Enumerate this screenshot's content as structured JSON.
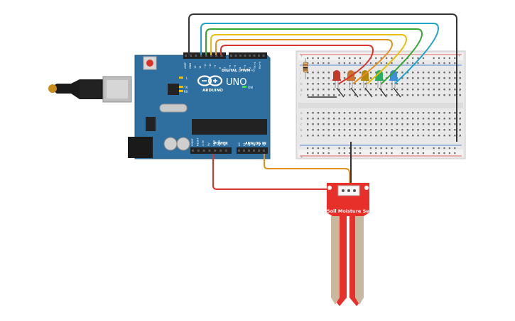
{
  "board": {
    "logo": "ARDUINO",
    "model": "UNO",
    "digital_label": "DIGITAL (PWM~)",
    "power_label": "POWER",
    "analog_label": "ANALOG IN",
    "on_label": "ON",
    "l_label": "L",
    "tx_label": "TX",
    "rx_label": "RX",
    "digital_pins": [
      "AREF",
      "GND",
      "13",
      "12",
      "~11",
      "~10",
      "~9",
      "8",
      "7",
      "~6",
      "~5",
      "4",
      "~3",
      "2",
      "TX→1",
      "RX←0"
    ],
    "power_pins": [
      "IOREF",
      "RESET",
      "3.3V",
      "5V",
      "GND",
      "GND",
      "Vin"
    ],
    "analog_pins": [
      "A0",
      "A1",
      "A2",
      "A3",
      "A4",
      "A5"
    ]
  },
  "sensor": {
    "label": "Soil Moisture Sensor"
  },
  "breadboard": {
    "row_letters_top": [
      "j",
      "i",
      "h",
      "g",
      "f"
    ],
    "row_letters_bottom": [
      "e",
      "d",
      "c",
      "b",
      "a"
    ],
    "plus_label": "+",
    "minus_label": "-"
  },
  "leds": [
    {
      "name": "red-led",
      "color": "#c0392b"
    },
    {
      "name": "orange-led",
      "color": "#c87533"
    },
    {
      "name": "yellow-led",
      "color": "#b8860b"
    },
    {
      "name": "green-led",
      "color": "#27ae60"
    },
    {
      "name": "blue-led",
      "color": "#3a8fd9"
    }
  ],
  "colors": {
    "board": "#2f6f9f",
    "wire_black": "#333333",
    "wire_cyan": "#1fa2c8",
    "wire_green": "#35a62f",
    "wire_yellow": "#e8c000",
    "wire_orange": "#e39020",
    "wire_red": "#d9342b",
    "sensor_red": "#e8302a"
  }
}
